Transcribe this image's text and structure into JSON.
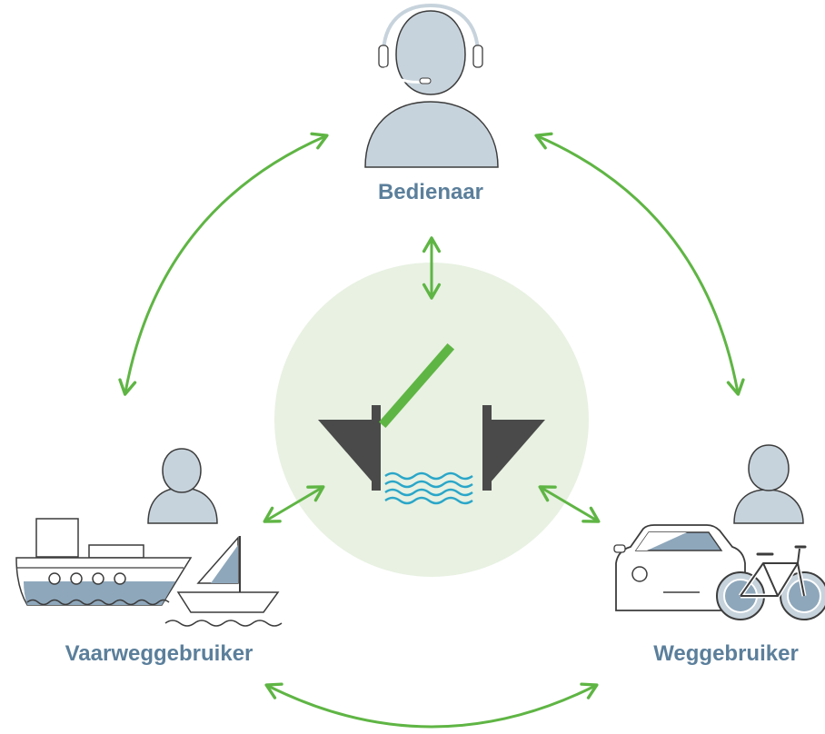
{
  "diagram": {
    "nodes": {
      "operator": {
        "label": "Bedienaar",
        "icon": "operator-headset-icon"
      },
      "waterway_user": {
        "label": "Vaarweggebruiker",
        "icon": "ship-sailboat-icon"
      },
      "road_user": {
        "label": "Weggebruiker",
        "icon": "car-bicycle-icon"
      },
      "center": {
        "icon": "bascule-bridge-icon"
      }
    },
    "connections": [
      {
        "from": "operator",
        "to": "waterway_user",
        "bidirectional": true
      },
      {
        "from": "operator",
        "to": "road_user",
        "bidirectional": true
      },
      {
        "from": "waterway_user",
        "to": "road_user",
        "bidirectional": true
      },
      {
        "from": "center",
        "to": "operator",
        "bidirectional": true
      },
      {
        "from": "center",
        "to": "waterway_user",
        "bidirectional": true
      },
      {
        "from": "center",
        "to": "road_user",
        "bidirectional": true
      }
    ]
  },
  "colors": {
    "arrow": "#5fb544",
    "label": "#5b7f9b",
    "person_fill": "#c7d3dc",
    "outline": "#3c3c3c",
    "water": "#2aa6c8",
    "center_circle": "#e8f1e2",
    "bridge_leaf": "#5fb544",
    "bridge_body": "#4a4a4a",
    "hull_fill": "#8ea7bb"
  }
}
